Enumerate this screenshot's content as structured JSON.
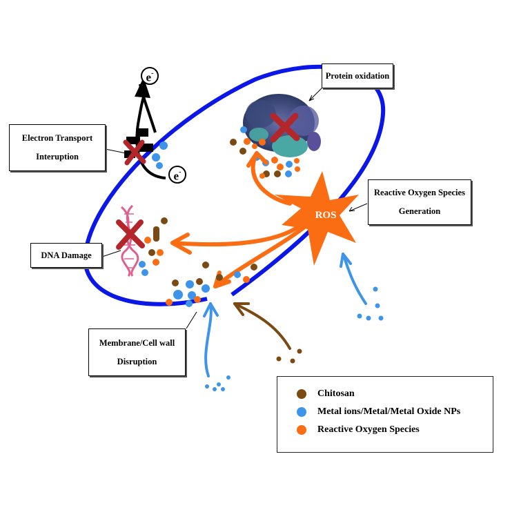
{
  "labels": {
    "protein_oxidation": "Protein oxidation",
    "electron_transport_line1": "Electron Transport",
    "electron_transport_line2": "Interuption",
    "ros_generation_line1": "Reactive Oxygen Species",
    "ros_generation_line2": "Generation",
    "dna_damage": "DNA Damage",
    "membrane_line1": "Membrane/Cell wall",
    "membrane_line2": "Disruption",
    "ros_star": "ROS",
    "electron_symbol": "e",
    "electron_charge": "-"
  },
  "legend": {
    "items": [
      {
        "label": "Chitosan",
        "color": "#7a4a12"
      },
      {
        "label": "Metal ions/Metal/Metal Oxide NPs",
        "color": "#3d94e8"
      },
      {
        "label": "Reactive Oxygen Species",
        "color": "#fb6d13"
      }
    ]
  },
  "colors": {
    "cell_membrane": "#0a17e6",
    "chitosan": "#7a4a12",
    "metal": "#3d94e8",
    "ros": "#fb6d13",
    "cross": "#b3262a",
    "dna": "#e0608c",
    "protein_dark": "#3b4a7a",
    "protein_teal": "#4aa8a4"
  }
}
